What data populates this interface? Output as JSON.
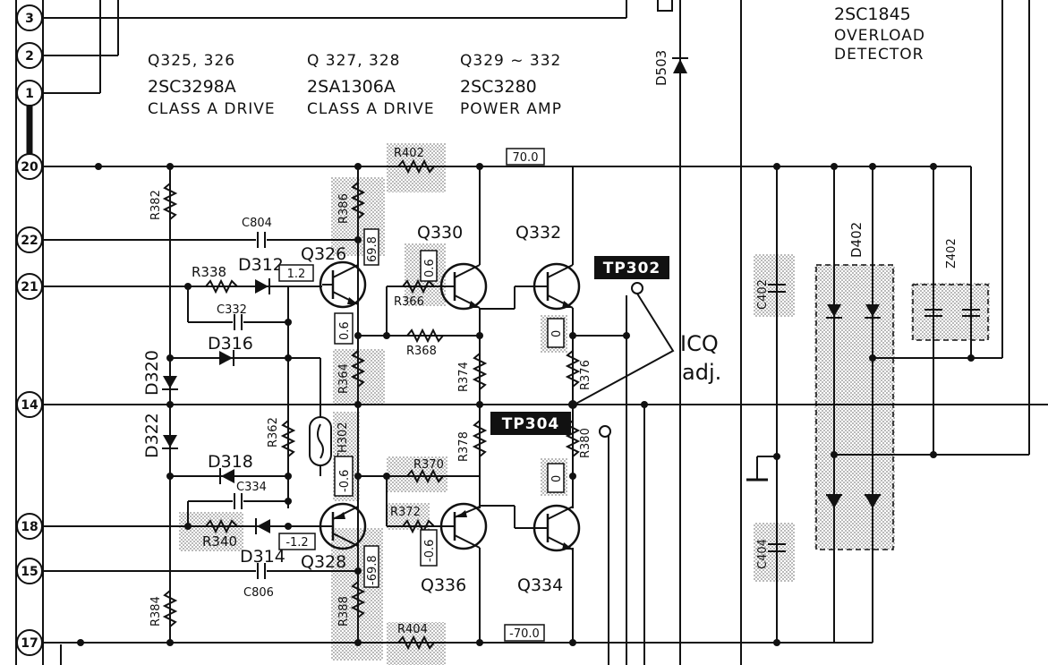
{
  "headers": {
    "group1": {
      "parts": "Q325, 326",
      "type": "2SC3298A",
      "role": "CLASS A DRIVE"
    },
    "group2": {
      "parts": "Q 327, 328",
      "type": "2SA1306A",
      "role": "CLASS A DRIVE"
    },
    "group3": {
      "parts": "Q329 ~ 332",
      "type": "2SC3280",
      "role": "POWER AMP"
    },
    "group4": {
      "type": "2SC1845",
      "role1": "OVERLOAD",
      "role2": "DETECTOR"
    }
  },
  "pins": [
    "3",
    "2",
    "1",
    "20",
    "22",
    "21",
    "14",
    "18",
    "15",
    "17"
  ],
  "transistors": {
    "q326": "Q326",
    "q330": "Q330",
    "q332": "Q332",
    "q328": "Q328",
    "q336": "Q336",
    "q334": "Q334"
  },
  "diodes": {
    "d312": "D312",
    "d316": "D316",
    "d320": "D320",
    "d322": "D322",
    "d318": "D318",
    "d314": "D314",
    "d503": "D503",
    "d402": "D402"
  },
  "resistors": {
    "r382": "R382",
    "r338": "R338",
    "r386": "R386",
    "r402": "R402",
    "r366": "R366",
    "r368": "R368",
    "r374": "R374",
    "r376": "R376",
    "r364": "R364",
    "r362": "R362",
    "r378": "R378",
    "r380": "R380",
    "r370": "R370",
    "r372": "R372",
    "r340": "R340",
    "r388": "R388",
    "r384": "R384",
    "r404": "R404"
  },
  "capacitors": {
    "c804": "C804",
    "c332": "C332",
    "c334": "C334",
    "c806": "C806",
    "c402": "C402",
    "c404": "C404",
    "z402": "Z402"
  },
  "thermistor": "TH302",
  "test_points": {
    "tp302": "TP302",
    "tp304": "TP304"
  },
  "adjust": {
    "line1": "ICQ",
    "line2": "adj."
  },
  "voltages": {
    "v_pos70": "70.0",
    "v_neg70": "-70.0",
    "v_69_8a": "69.8",
    "v_69_8b": "-69.8",
    "v_1_2": "1.2",
    "v_m1_2": "-1.2",
    "v_0_6a": "0.6",
    "v_0_6b": "0.6",
    "v_m0_6a": "-0.6",
    "v_m0_6b": "-0.6",
    "v_0a": "0",
    "v_0b": "0"
  }
}
